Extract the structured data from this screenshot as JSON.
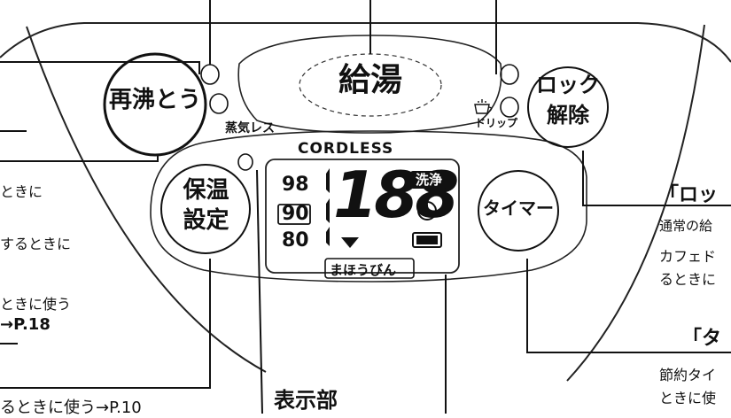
{
  "panel": {
    "reboil_button": "再沸とう",
    "dispense_button": "給湯",
    "unlock_button_line1": "ロック",
    "unlock_button_line2": "解除",
    "keepwarm_button_line1": "保温",
    "keepwarm_button_line2": "設定",
    "timer_button": "タイマー",
    "steamless_label": "蒸気レス",
    "drip_label": "ドリップ",
    "brand": "CORDLESS"
  },
  "display": {
    "temp_98": "98",
    "temp_90": "90",
    "temp_80": "80",
    "digits": "188",
    "wash_badge": "洗浄",
    "mode_label": "まほうびん"
  },
  "annotations": {
    "display_section_title": "表示部",
    "left_text_1": "ときに",
    "left_text_2": "するときに",
    "left_text_3": "ときに使う",
    "left_ref_1": "→P.18",
    "left_text_4": "るときに使う→P.10",
    "right_heading_lock": "「ロッ",
    "right_text_1": "通常の給",
    "right_text_2": "カフェド",
    "right_text_3": "るときに",
    "right_heading_timer": "「タ",
    "right_text_4": "節約タイ",
    "right_text_5": "ときに使"
  }
}
